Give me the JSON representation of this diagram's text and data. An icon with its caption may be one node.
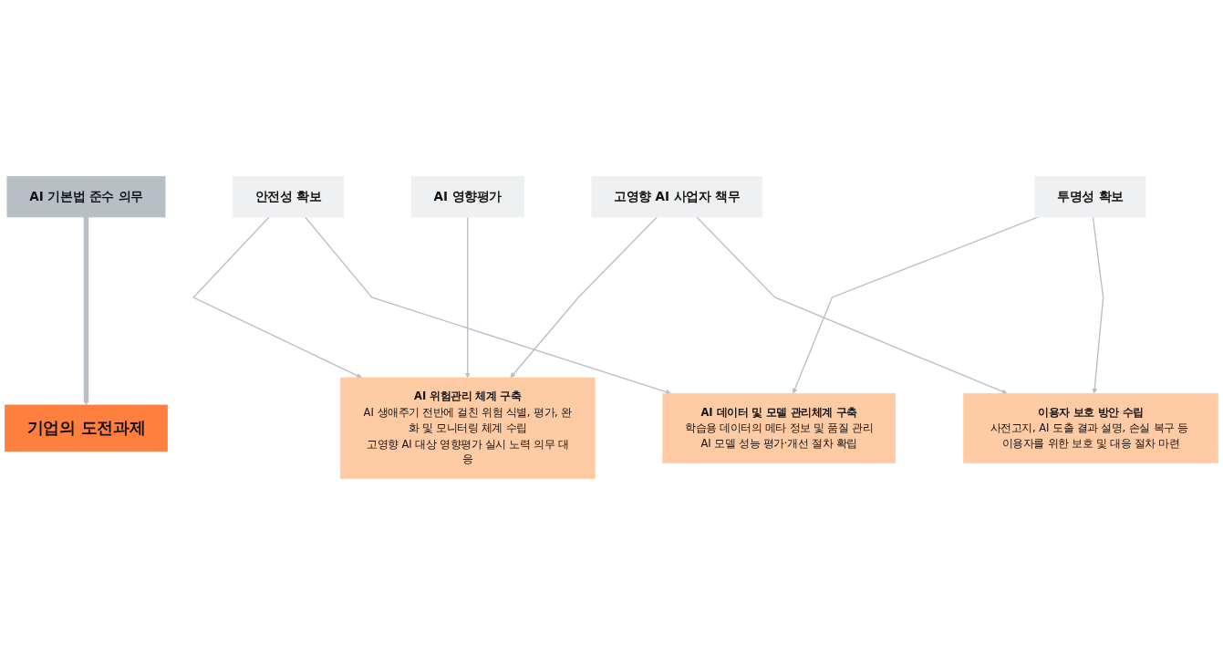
{
  "diagram": {
    "nodes": [
      {
        "text": [
          "AI 기본법 준수 의무"
        ]
      },
      {
        "text": [
          "안전성 확보"
        ]
      },
      {
        "text": [
          "투명성 확보"
        ]
      },
      {
        "text": [
          "고영향 AI 사업자 책무"
        ]
      },
      {
        "text": [
          "AI 영향평가"
        ]
      },
      {
        "text": [
          "기업의 도전과제"
        ]
      },
      {
        "text": [
          "AI 위험관리 체계 구축",
          "AI 생애주기 전반에 걸친 위험 식별, 평가, 완화 및 모니터링 체계 수립",
          "고영향 AI 대상 영향평가 실시 노력 의무 대응"
        ]
      },
      {
        "text": [
          "AI 데이터 및 모델 관리체계 구축",
          "학습용 데이터의 메타 정보 및 품질 관리",
          "AI 모델 성능 평가·개선 절차 확립"
        ]
      },
      {
        "text": [
          "이용자 보호 방안 수립",
          "사전고지, AI 도출 결과 설명, 손실 복구 등 이용자를 위한 보호 및 대응 절차 마련"
        ]
      }
    ],
    "edges": [
      {
        "from": 0,
        "to": 5,
        "arrow": "to",
        "style": "thick"
      },
      {
        "from": 1,
        "to": 6,
        "arrow": "to"
      },
      {
        "from": 1,
        "to": 7,
        "arrow": "to"
      },
      {
        "from": 2,
        "to": 7,
        "arrow": "to"
      },
      {
        "from": 2,
        "to": 8,
        "arrow": "to"
      },
      {
        "from": 3,
        "to": 6,
        "arrow": "to"
      },
      {
        "from": 3,
        "to": 8,
        "arrow": "to"
      },
      {
        "from": 4,
        "to": 6,
        "arrow": "to"
      }
    ]
  }
}
